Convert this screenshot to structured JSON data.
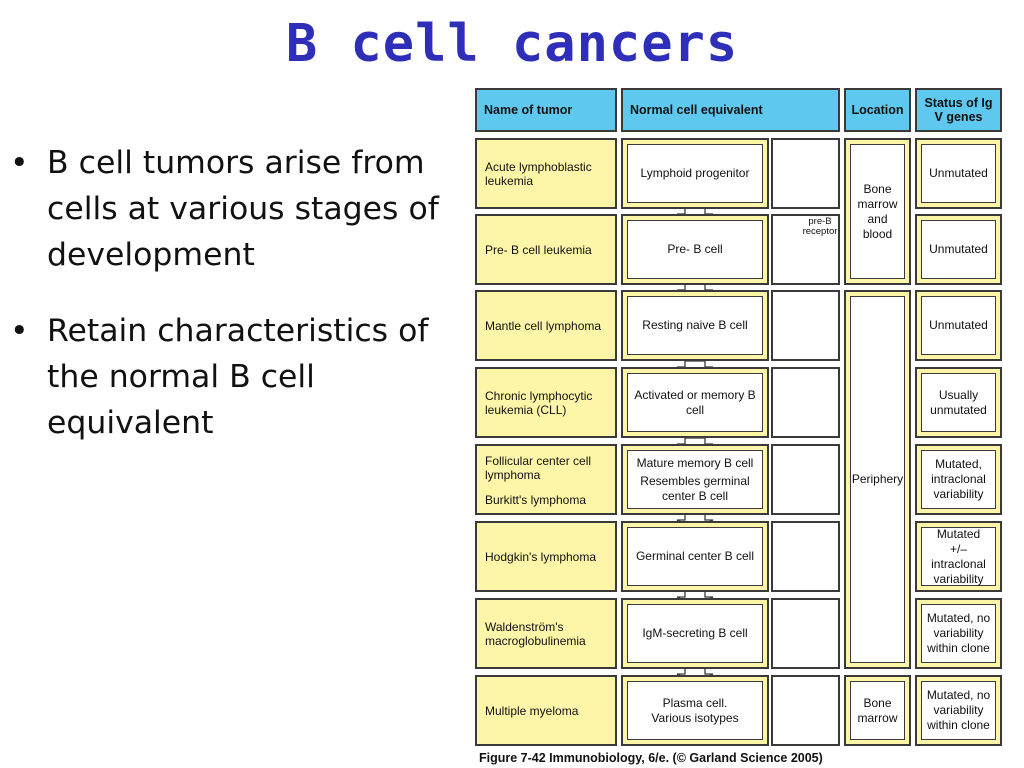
{
  "slide": {
    "title": "B cell cancers",
    "bullets": [
      "B cell tumors arise from cells at various stages of development",
      "Retain characteristics of the normal B cell equivalent"
    ]
  },
  "figure": {
    "headers": {
      "tumor": "Name of tumor",
      "normal": "Normal cell equivalent",
      "location": "Location",
      "status": "Status of Ig V genes"
    },
    "rows": [
      {
        "tumor": "Acute lymphoblastic leukemia",
        "normal": "Lymphoid progenitor",
        "status": "Unmutated"
      },
      {
        "tumor": "Pre- B  cell leukemia",
        "normal": "Pre- B  cell",
        "status": "Unmutated"
      },
      {
        "tumor": "Mantle cell lymphoma",
        "normal": "Resting naive B cell",
        "status": "Unmutated"
      },
      {
        "tumor": "Chronic lymphocytic leukemia (CLL)",
        "normal": "Activated or memory B cell",
        "status": "Usually unmutated"
      },
      {
        "tumor": "Follicular center cell lymphoma",
        "tumor_extra": "Burkitt's lymphoma",
        "normal": "Mature memory B cell",
        "normal_extra": "Resembles germinal center B cell",
        "status": "Mutated, intraclonal variability"
      },
      {
        "tumor": "Hodgkin's lymphoma",
        "normal": "Germinal center B cell",
        "status": "Mutated +/– intraclonal variability"
      },
      {
        "tumor": "Waldenström's macroglobulinemia",
        "normal": "IgM-secreting B  cell",
        "status": "Mutated, no variability within clone"
      },
      {
        "tumor": "Multiple myeloma",
        "normal": "Plasma cell. Various isotypes",
        "status": "Mutated, no variability within clone"
      }
    ],
    "locations": [
      "Bone marrow and blood",
      "Periphery",
      "Bone marrow"
    ],
    "pre_b_receptor_label": "pre-B receptor",
    "caption": "Figure 7-42  Immunobiology, 6/e. (© Garland Science 2005)",
    "colors": {
      "header": "#5ec8ee",
      "tumor_fill": "#fdf6a8",
      "cell_fill": "#fff25a",
      "antibody": "#4a6a9a",
      "title": "#2e2eb8"
    }
  }
}
